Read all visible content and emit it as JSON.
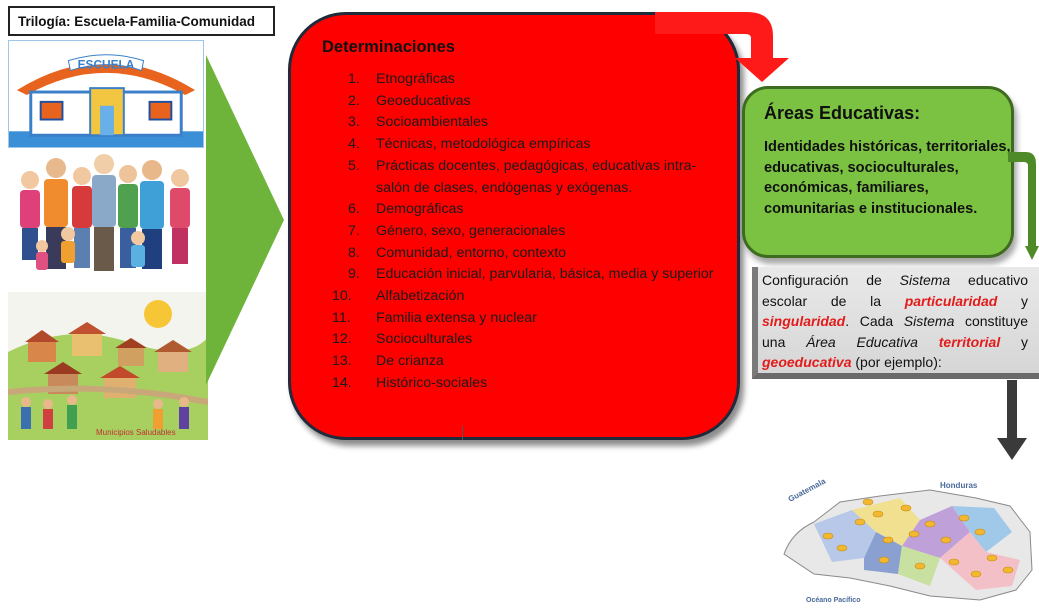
{
  "left": {
    "title": "Trilogía: Escuela-Familia-Comunidad",
    "school_sign": "ESCUELA",
    "community_caption": "Municipios Saludables"
  },
  "determinaciones": {
    "title": "Determinaciones",
    "items": [
      {
        "num": "1.",
        "text": "Etnográficas"
      },
      {
        "num": "2.",
        "text": "Geoeducativas"
      },
      {
        "num": "3.",
        "text": "Socioambientales"
      },
      {
        "num": "4.",
        "text": "Técnicas, metodológica empíricas"
      },
      {
        "num": "5.",
        "text": "Prácticas docentes, pedagógicas, educativas intra-salón de clases, endógenas y exógenas."
      },
      {
        "num": "6.",
        "text": "Demográficas"
      },
      {
        "num": "7.",
        "text": "Género, sexo, generacionales"
      },
      {
        "num": "8.",
        "text": "Comunidad, entorno,  contexto"
      },
      {
        "num": "9.",
        "text": "Educación inicial, parvularia, básica,  media y superior"
      },
      {
        "num": "10.",
        "text": "Alfabetización"
      },
      {
        "num": "11.",
        "text": "Familia extensa y nuclear"
      },
      {
        "num": "12.",
        "text": "Socioculturales"
      },
      {
        "num": "13.",
        "text": "De crianza"
      },
      {
        "num": "14.",
        "text": "Histórico-sociales"
      }
    ]
  },
  "areas": {
    "title": "Áreas Educativas:",
    "text": "Identidades históricas, territoriales, educativas, socioculturales, económicas, familiares, comunitarias e institucionales."
  },
  "config": {
    "p1": "Configuración de ",
    "sistema1": "Sistema",
    "p2": " educativo escolar de la ",
    "particularidad": "particularidad",
    "p3": " y ",
    "singularidad": "singularidad",
    "p4": ". Cada ",
    "sistema2": "Sistema",
    "p5": " constituye una ",
    "area": "Área Educativa",
    "p6": " ",
    "territorial": "territorial",
    "p7": " y ",
    "geoeducativa": "geoeducativa",
    "p8": " (por ejemplo):"
  },
  "map": {
    "label_guatemala": "Guatemala",
    "label_honduras": "Honduras",
    "label_ocean": "Océano Pacífico"
  },
  "colors": {
    "red_box": "#ff0000",
    "green_box": "#7cc242",
    "highlight_red": "#e31b1b",
    "big_arrow": "#6fb43a"
  }
}
